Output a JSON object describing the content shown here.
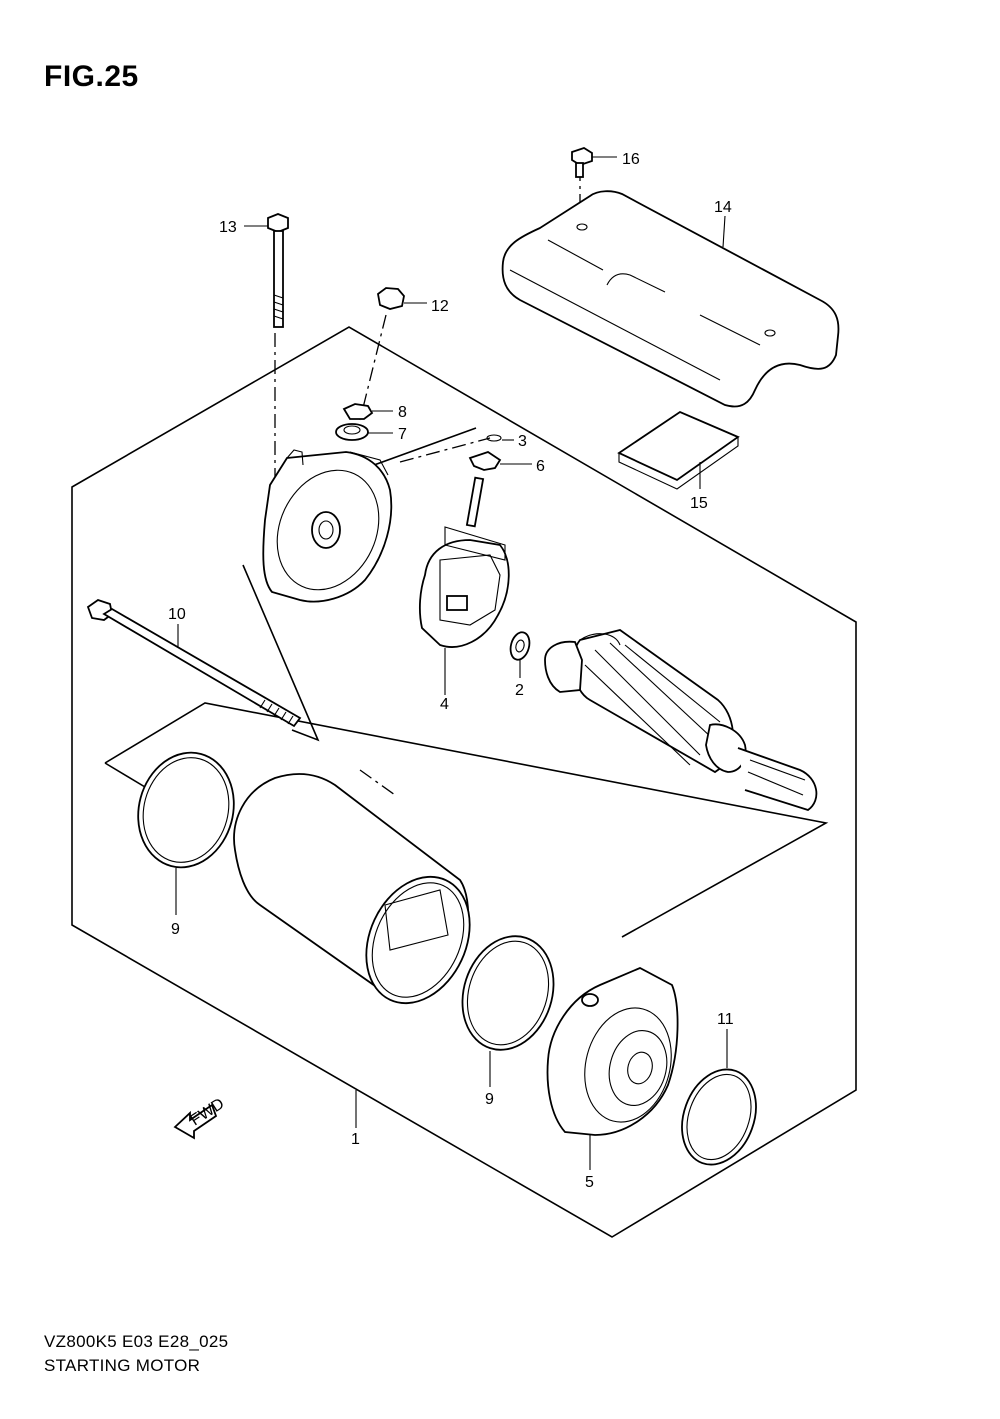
{
  "figure": {
    "title": "FIG.25"
  },
  "parts": [
    {
      "id": "part-1",
      "label": "1"
    },
    {
      "id": "part-2",
      "label": "2"
    },
    {
      "id": "part-3",
      "label": "3"
    },
    {
      "id": "part-4",
      "label": "4"
    },
    {
      "id": "part-5",
      "label": "5"
    },
    {
      "id": "part-6",
      "label": "6"
    },
    {
      "id": "part-7",
      "label": "7"
    },
    {
      "id": "part-8",
      "label": "8"
    },
    {
      "id": "part-9a",
      "label": "9"
    },
    {
      "id": "part-9b",
      "label": "9"
    },
    {
      "id": "part-10",
      "label": "10"
    },
    {
      "id": "part-11",
      "label": "11"
    },
    {
      "id": "part-12",
      "label": "12"
    },
    {
      "id": "part-13",
      "label": "13"
    },
    {
      "id": "part-14",
      "label": "14"
    },
    {
      "id": "part-15",
      "label": "15"
    },
    {
      "id": "part-16",
      "label": "16"
    }
  ],
  "fwd_label": "FWD",
  "footer": {
    "code": "VZ800K5 E03 E28_025",
    "name": "STARTING MOTOR"
  }
}
